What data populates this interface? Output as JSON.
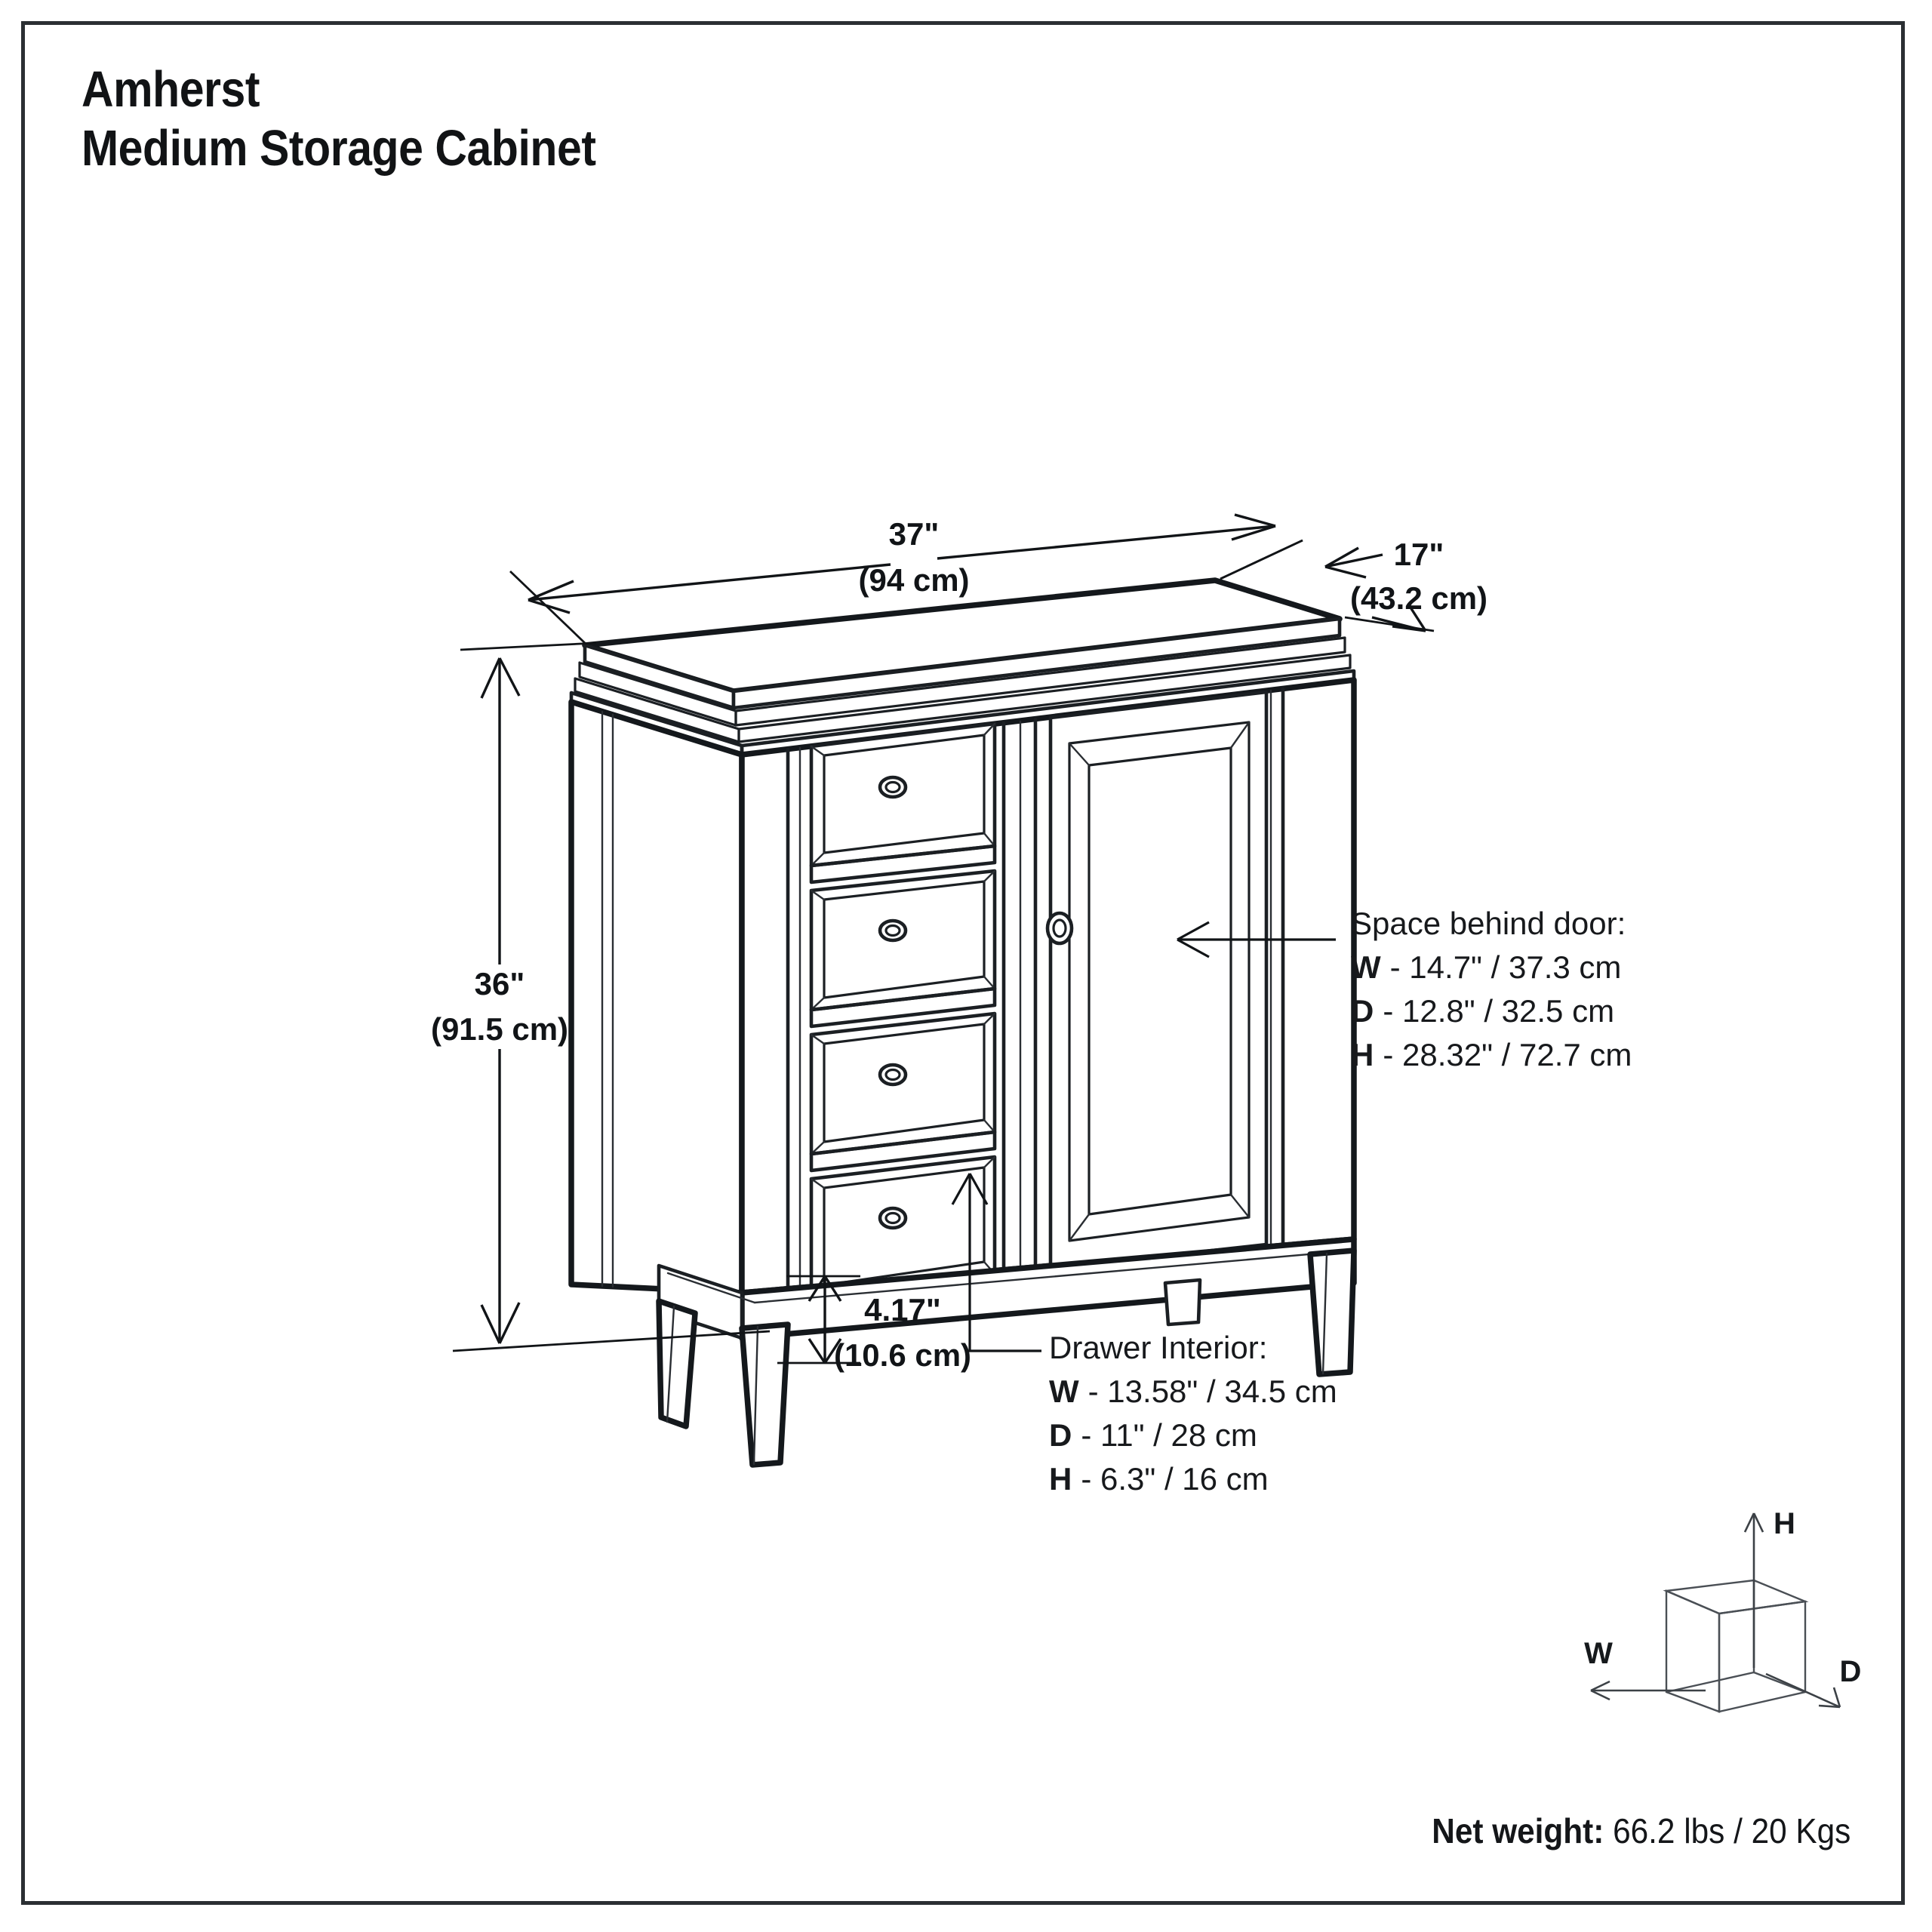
{
  "document": {
    "product_name": "Amherst",
    "product_subtitle": "Medium Storage Cabinet",
    "type": "furniture-dimension-diagram"
  },
  "dimensions": {
    "width": {
      "imperial": "37\"",
      "metric": "(94 cm)"
    },
    "depth": {
      "imperial": "17\"",
      "metric": "(43.2 cm)"
    },
    "height": {
      "imperial": "36\"",
      "metric": "(91.5 cm)"
    },
    "leg_clearance": {
      "imperial": "4.17\"",
      "metric": "(10.6 cm)"
    }
  },
  "callouts": {
    "door": {
      "title": "Space behind door:",
      "rows": [
        {
          "key": "W",
          "value": "- 14.7\" / 37.3 cm"
        },
        {
          "key": "D",
          "value": "- 12.8\" / 32.5 cm"
        },
        {
          "key": "H",
          "value": "- 28.32\" / 72.7 cm"
        }
      ]
    },
    "drawer": {
      "title": "Drawer Interior:",
      "rows": [
        {
          "key": "W",
          "value": "- 13.58\" / 34.5 cm"
        },
        {
          "key": "D",
          "value": "- 11\" / 28 cm"
        },
        {
          "key": "H",
          "value": "- 6.3\" / 16 cm"
        }
      ]
    }
  },
  "axis_legend": {
    "height_label": "H",
    "width_label": "W",
    "depth_label": "D"
  },
  "net_weight": {
    "label": "Net weight:",
    "value": "66.2 lbs / 20 Kgs"
  },
  "colors": {
    "ink": "#1b1f23",
    "heavy_ink": "#14181c",
    "border": "#2b2f33",
    "paper": "#ffffff"
  }
}
